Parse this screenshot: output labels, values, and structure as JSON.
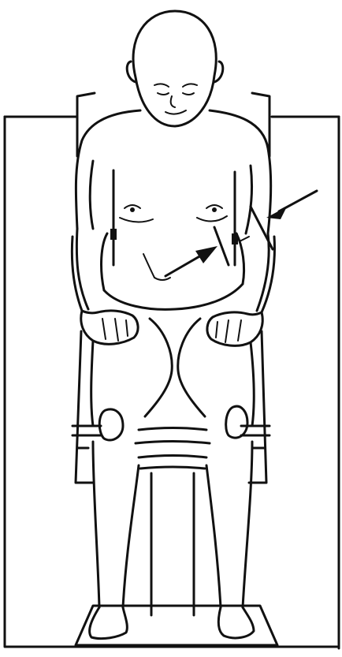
{
  "figure": {
    "subject": "seated-person-on-chair",
    "colors": {
      "ink": "#111111",
      "background": "#ffffff"
    },
    "annotations": {
      "arrow_count": 2,
      "measurement_markers": 2
    }
  }
}
